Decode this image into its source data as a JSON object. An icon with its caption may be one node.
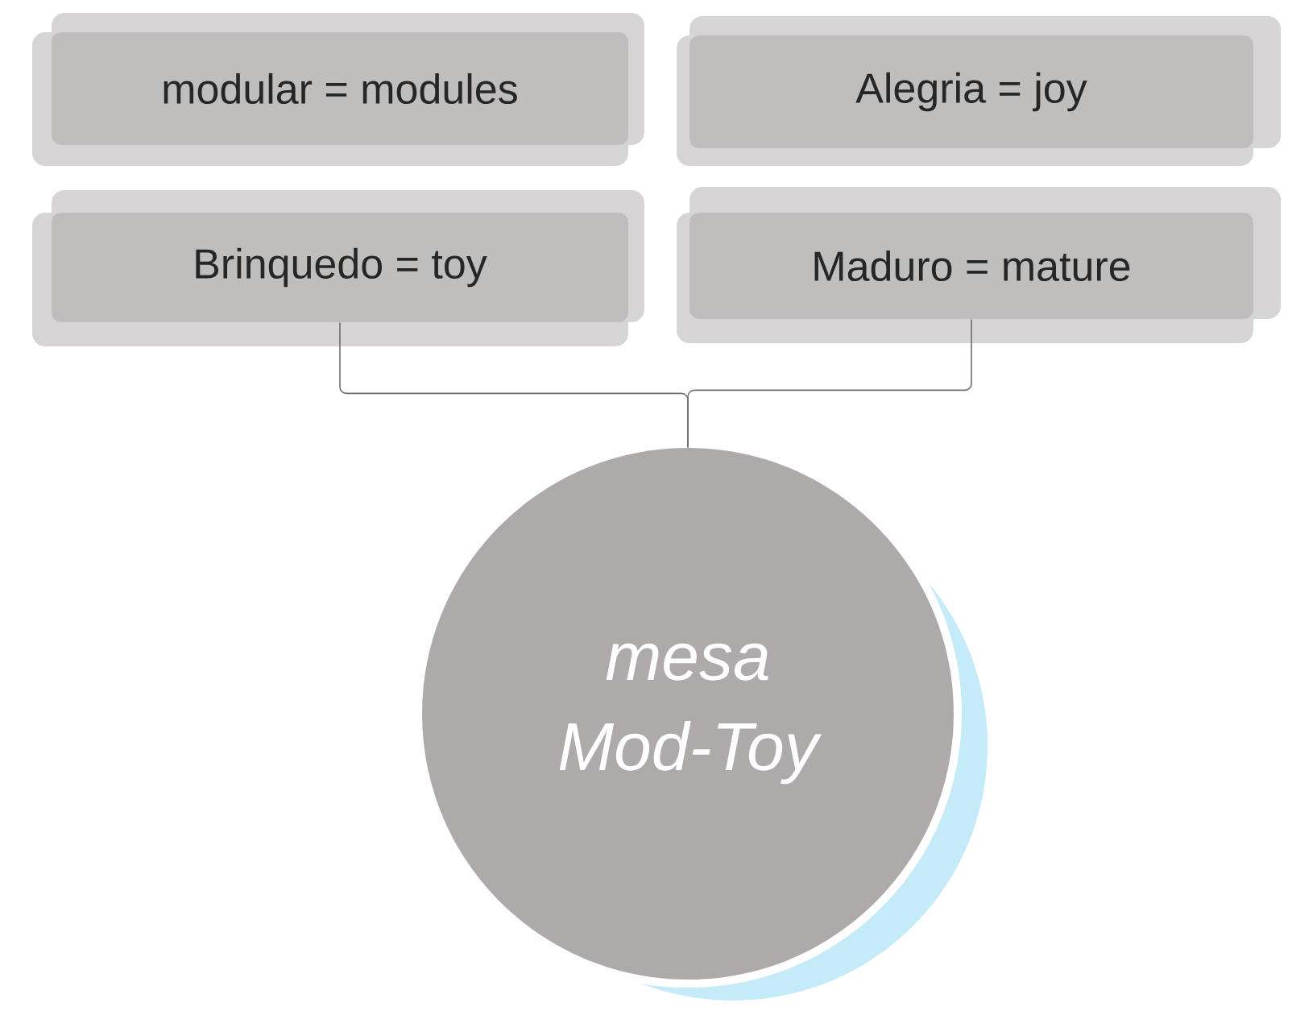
{
  "diagram": {
    "nodes": [
      {
        "text": [
          "modular = modules"
        ]
      },
      {
        "text": [
          "Alegria = joy"
        ]
      },
      {
        "text": [
          "Brinquedo = toy"
        ]
      },
      {
        "text": [
          "Maduro = mature"
        ]
      },
      {
        "text": [
          "mesa Mod-Toy"
        ]
      }
    ],
    "edges": [
      {
        "from": 2,
        "to": 4,
        "arrow": "none"
      },
      {
        "from": 3,
        "to": 4,
        "arrow": "none"
      }
    ]
  }
}
